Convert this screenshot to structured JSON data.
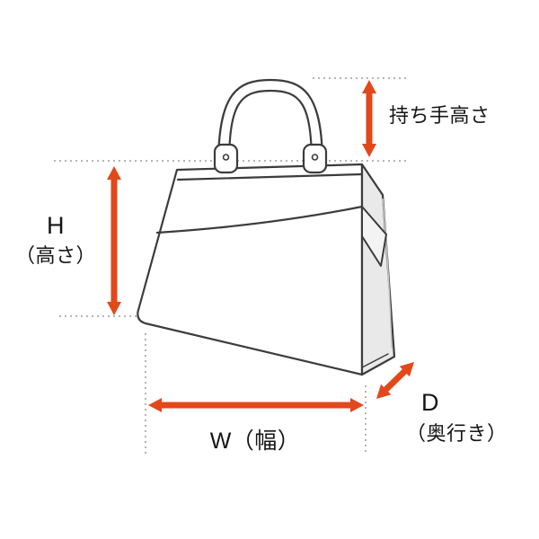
{
  "diagram": {
    "type": "bag-measurement-diagram",
    "labels": {
      "handle_height": "持ち手高さ",
      "height_letter": "H",
      "height_name": "（高さ）",
      "width": "W（幅）",
      "depth_letter": "D",
      "depth_name": "（奥行き）"
    },
    "colors": {
      "arrow": "#e2481a",
      "outline": "#3c3c3c",
      "guide": "#9b9b9b",
      "background": "#ffffff",
      "text": "#151515"
    }
  }
}
